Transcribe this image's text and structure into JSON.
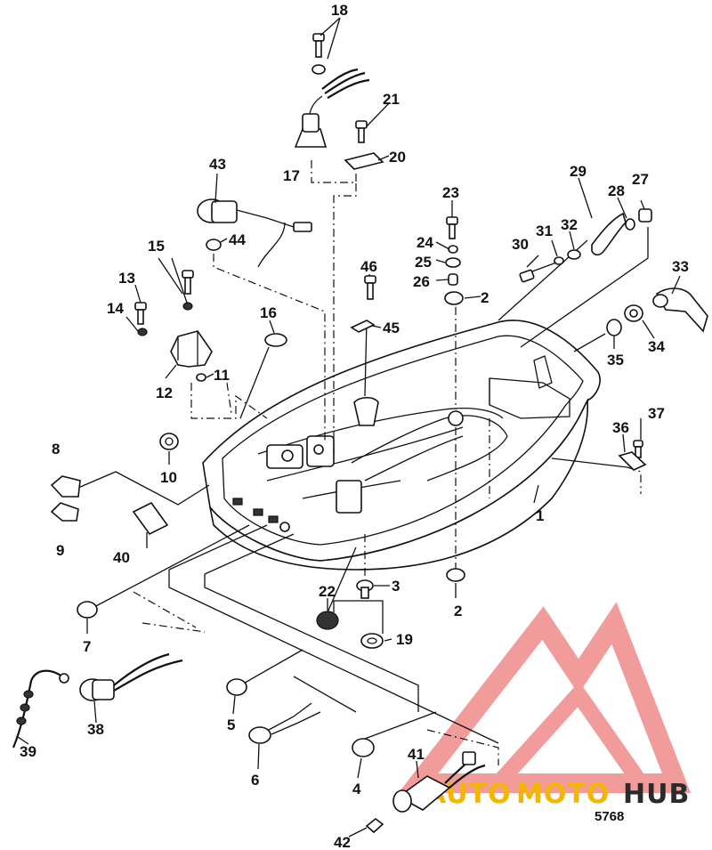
{
  "diagram": {
    "drawing_number": "5768",
    "labels": [
      "1",
      "2",
      "2",
      "3",
      "4",
      "5",
      "6",
      "7",
      "8",
      "9",
      "10",
      "11",
      "12",
      "13",
      "14",
      "15",
      "16",
      "17",
      "18",
      "19",
      "20",
      "21",
      "22",
      "23",
      "24",
      "25",
      "26",
      "27",
      "28",
      "29",
      "30",
      "31",
      "32",
      "33",
      "34",
      "35",
      "36",
      "37",
      "38",
      "39",
      "40",
      "41",
      "42",
      "43",
      "44",
      "45",
      "46"
    ]
  },
  "watermark": {
    "brand_part1": "AUTO",
    "brand_part2": "MOTO",
    "brand_part3": "HUB",
    "color_logo": "#f08a8a",
    "color_part1": "#f5b400",
    "color_part2": "#f5b400",
    "color_part3": "#2b2b2b"
  }
}
